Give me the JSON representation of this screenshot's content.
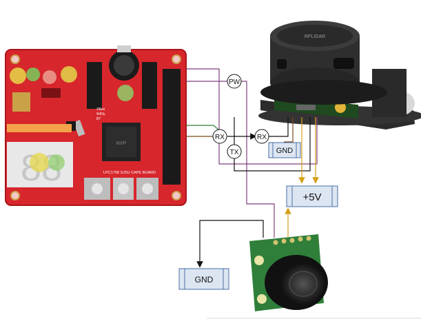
{
  "board": {
    "chip_label": "NXP",
    "silk_lines": [
      "XBee",
      "WiFly",
      "BT"
    ],
    "silk_bottom": "LPC1758 SJSU CAPE BOARD"
  },
  "lidar": {
    "brand": "RPLIDAR"
  },
  "nodes": {
    "pw": "PW",
    "rx1": "RX",
    "rx2": "RX",
    "tx": "TX"
  },
  "boxes": {
    "gnd_top": "GND",
    "plus5v": "+5V",
    "gnd_bottom": "GND"
  },
  "colors": {
    "board_red": "#d7262c",
    "wire_purple": "#7e3f7a",
    "wire_green": "#2e7d32",
    "wire_brown": "#7a4a1c",
    "wire_gold": "#d4a017",
    "wire_black": "#111111",
    "box_fill": "#dce6f2",
    "box_stroke": "#4a6fa5"
  }
}
